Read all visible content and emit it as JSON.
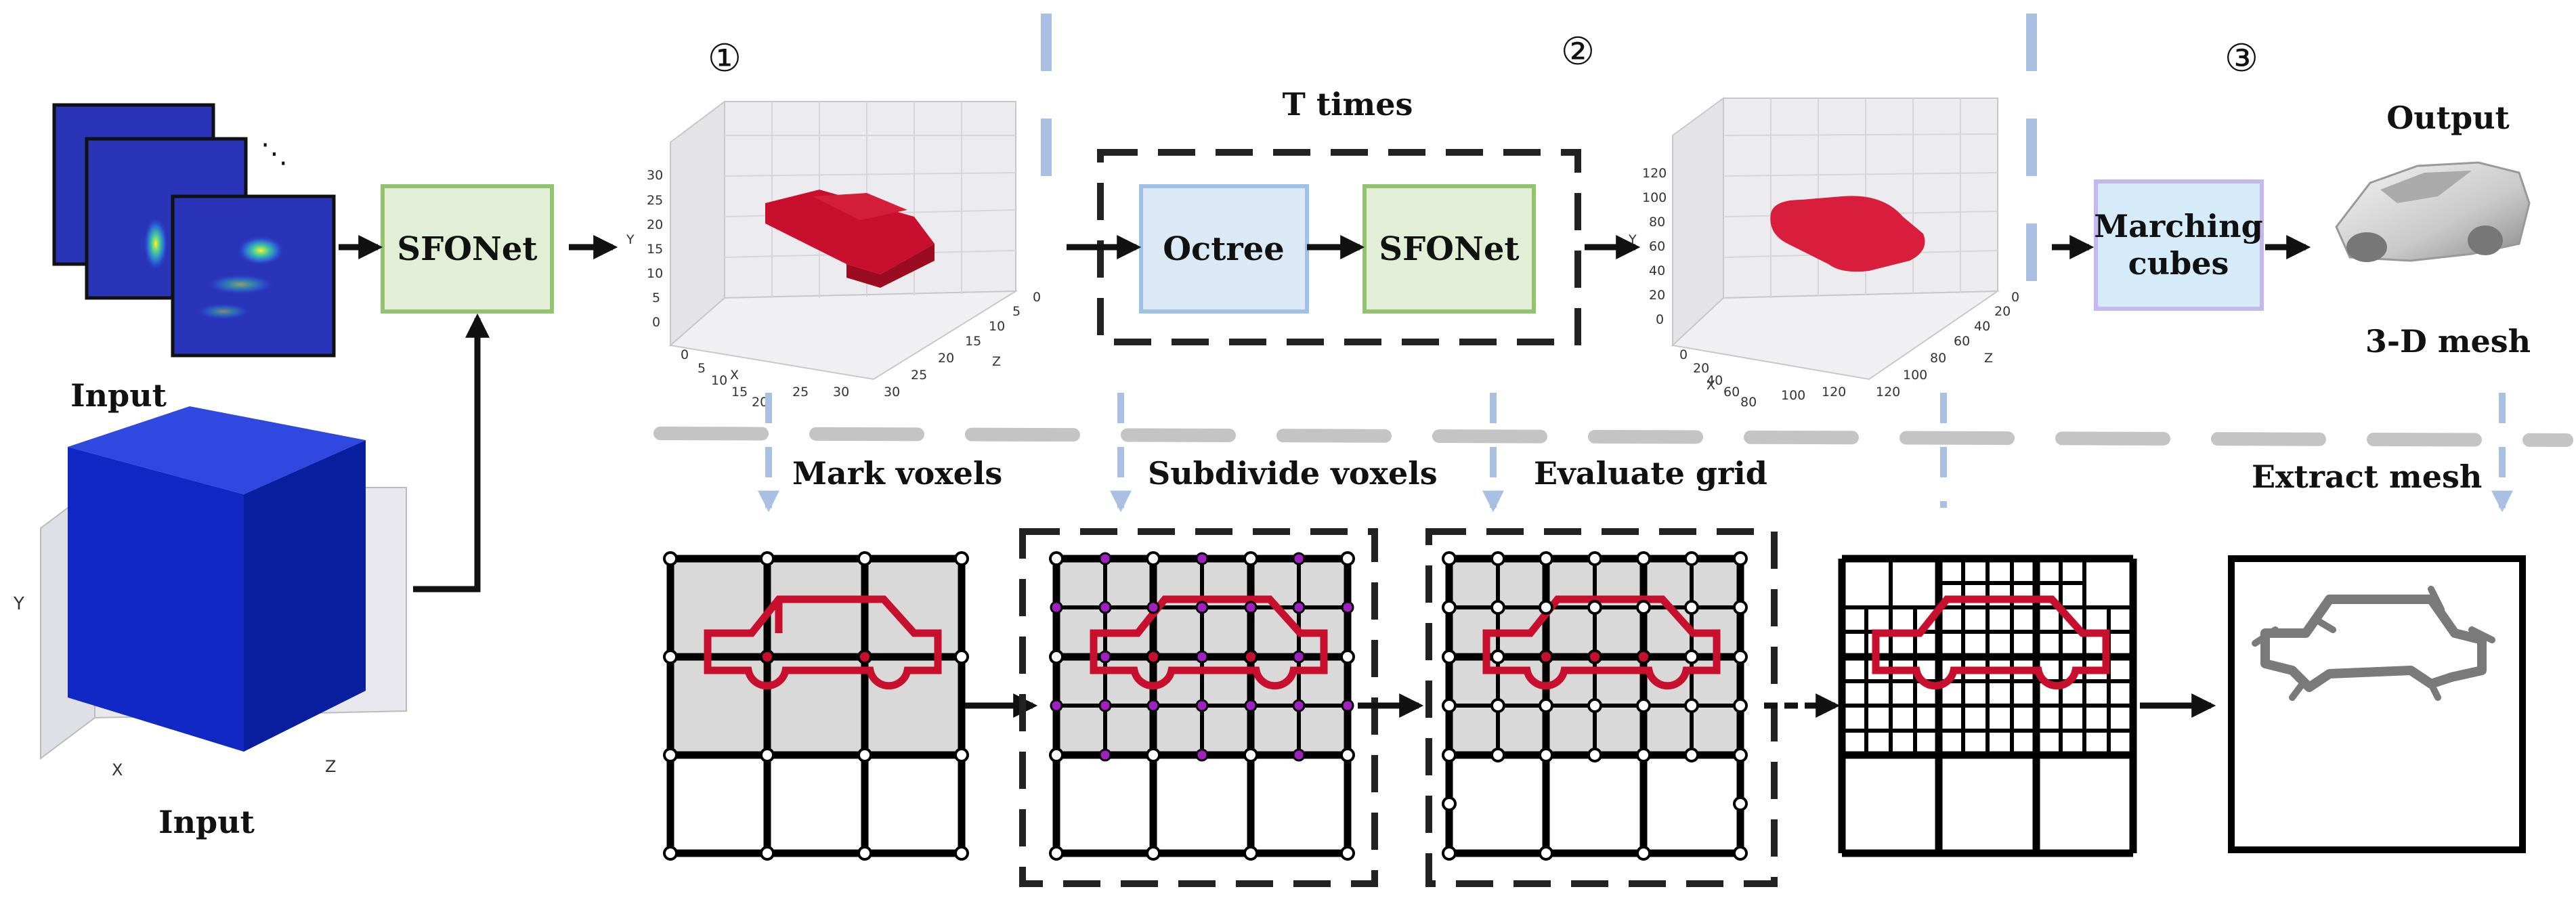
{
  "stages": {
    "s1": "①",
    "s2": "②",
    "s3": "③"
  },
  "labels": {
    "input_top": "Input",
    "input_bottom": "Input",
    "sfonet_1": "SFONet",
    "sfonet_2": "SFONet",
    "octree": "Octree",
    "t_times": "T times",
    "marching_1": "Marching",
    "marching_2": "cubes",
    "output": "Output",
    "mesh": "3-D mesh"
  },
  "steps": {
    "mark": "Mark voxels",
    "subdivide": "Subdivide voxels",
    "evaluate": "Evaluate grid",
    "extract": "Extract mesh"
  },
  "plot_small": {
    "y_label": "Y",
    "x_label": "X",
    "z_label": "Z",
    "y_ticks": [
      "30",
      "25",
      "20",
      "15",
      "10",
      "5",
      "0"
    ],
    "x_ticks": [
      "0",
      "5",
      "10",
      "15",
      "20",
      "25",
      "30"
    ],
    "z_ticks": [
      "30",
      "25",
      "20",
      "15",
      "10",
      "5",
      "0"
    ]
  },
  "plot_large": {
    "y_label": "Y",
    "x_label": "X",
    "z_label": "Z",
    "y_ticks": [
      "120",
      "100",
      "80",
      "60",
      "40",
      "20",
      "0"
    ],
    "x_ticks": [
      "0",
      "20",
      "40",
      "60",
      "80",
      "100",
      "120"
    ],
    "z_ticks": [
      "120",
      "100",
      "80",
      "60",
      "40",
      "20",
      "0"
    ]
  },
  "colors": {
    "sfonet_fill": "#e2efd6",
    "sfonet_stroke": "#92c36e",
    "octree_fill": "#dbe8f5",
    "octree_stroke": "#9ec2e6",
    "marching_fill": "#d6ebfa",
    "marching_stroke": "#c5b8f0",
    "voxel_red": "#c8102e",
    "cube_blue": "#1530d8",
    "guide_blue": "#a9c0e2"
  },
  "icons": [
    "stacked-heatmap-icon",
    "car-outline-icon",
    "car-render-icon"
  ]
}
